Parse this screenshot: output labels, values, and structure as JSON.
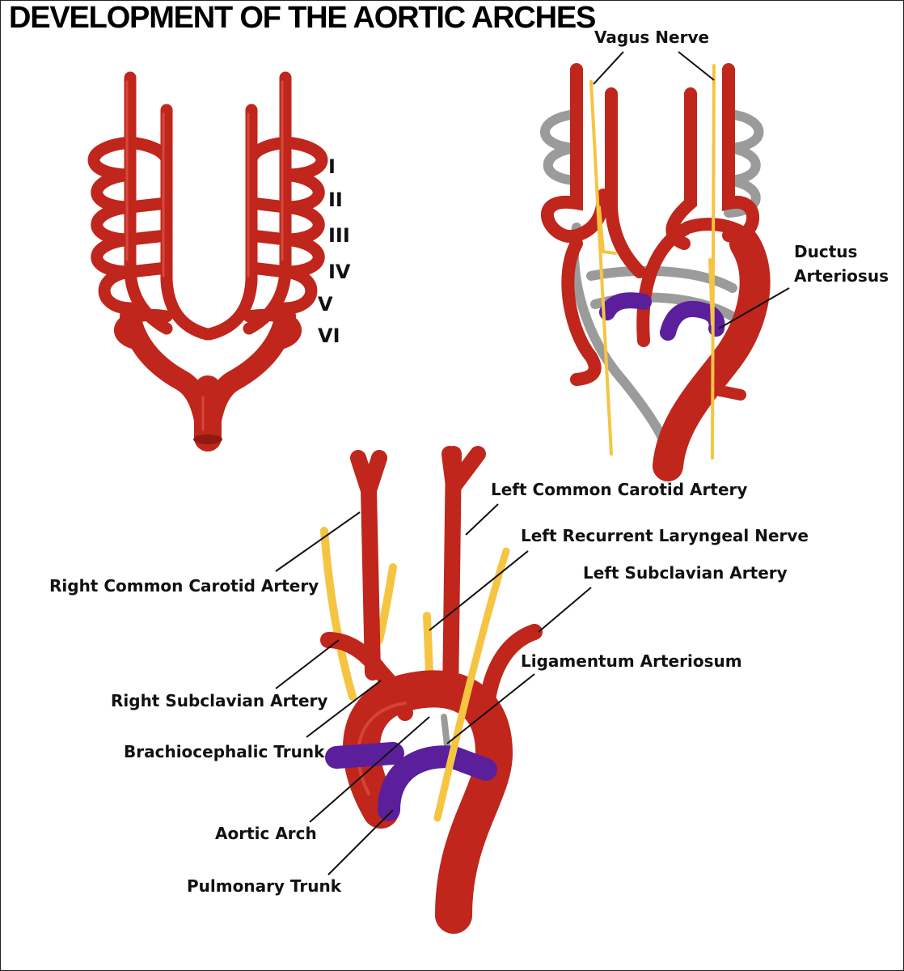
{
  "title": "DEVELOPMENT OF THE AORTIC ARCHES",
  "arch_numerals": [
    "I",
    "II",
    "III",
    "IV",
    "V",
    "VI"
  ],
  "labels": {
    "vagus_nerve": "Vagus Nerve",
    "ductus_line1": "Ductus",
    "ductus_line2": "Arteriosus",
    "left_common_carotid": "Left Common Carotid Artery",
    "left_recurrent_laryngeal": "Left Recurrent Laryngeal Nerve",
    "left_subclavian": "Left Subclavian Artery",
    "ligamentum": "Ligamentum Arteriosum",
    "right_common_carotid": "Right Common Carotid Artery",
    "right_subclavian": "Right Subclavian Artery",
    "brachiocephalic": "Brachiocephalic Trunk",
    "aortic_arch": "Aortic Arch",
    "pulmonary_trunk": "Pulmonary Trunk"
  },
  "colors": {
    "artery": "#c0261b",
    "artery_highlight": "#e0574a",
    "regressed_vessel": "#9b9b9b",
    "nerve": "#f5c542",
    "pulmonary": "#5b1f9b"
  }
}
